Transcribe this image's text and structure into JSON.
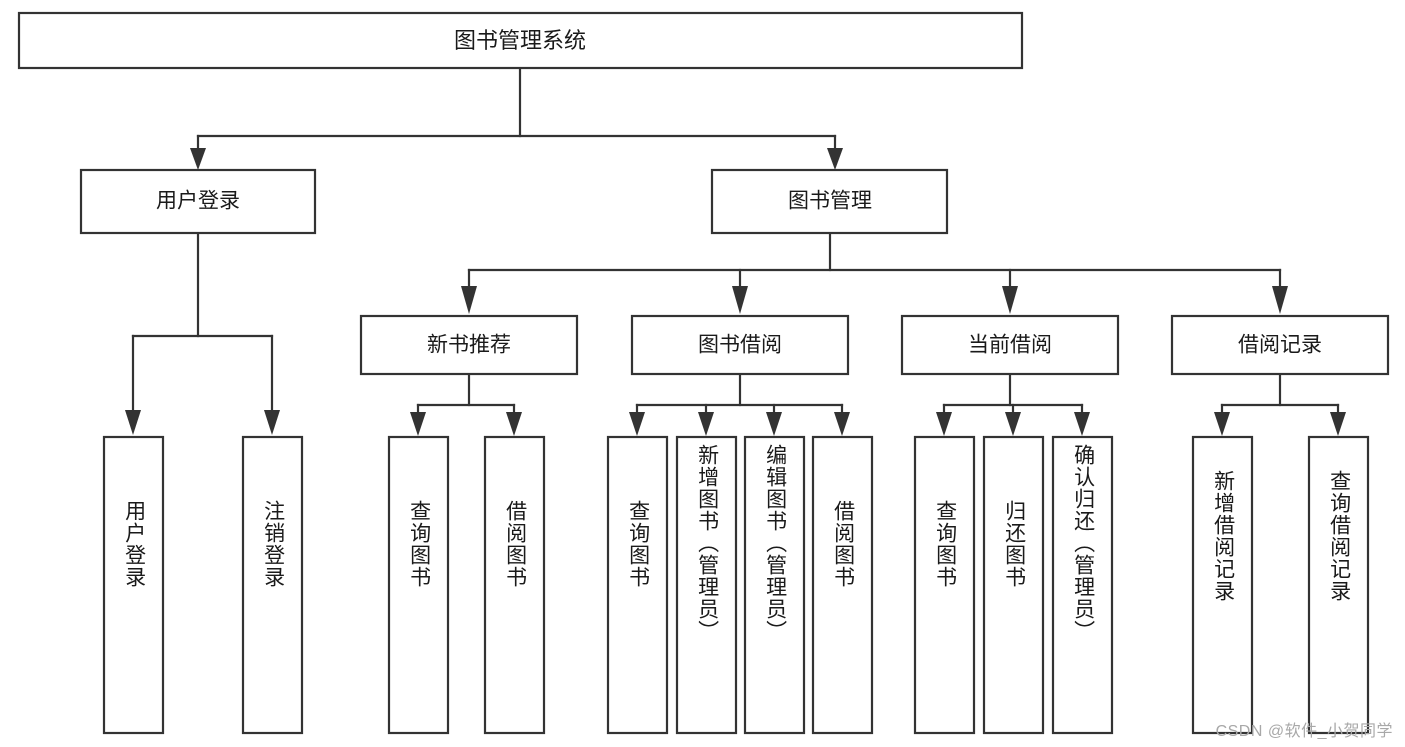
{
  "diagram": {
    "type": "tree-hierarchy-chart",
    "title": "图书管理系统",
    "colors": {
      "box_stroke": "#333333",
      "box_fill": "#ffffff",
      "connector": "#333333",
      "text": "#1a1a1a",
      "watermark": "#a8a8a8",
      "background": "#ffffff"
    },
    "root": {
      "label": "图书管理系统"
    },
    "level2": [
      {
        "label": "用户登录"
      },
      {
        "label": "图书管理"
      }
    ],
    "level3": [
      {
        "label": "新书推荐"
      },
      {
        "label": "图书借阅"
      },
      {
        "label": "当前借阅"
      },
      {
        "label": "借阅记录"
      }
    ],
    "leaves": {
      "user_login": [
        {
          "label": "用户登录"
        },
        {
          "label": "注销登录"
        }
      ],
      "new_book_recommend": [
        {
          "label": "查询图书"
        },
        {
          "label": "借阅图书"
        }
      ],
      "book_borrow": [
        {
          "label": "查询图书"
        },
        {
          "label": "新增图书（管理员）"
        },
        {
          "label": "编辑图书（管理员）"
        },
        {
          "label": "借阅图书"
        }
      ],
      "current_borrow": [
        {
          "label": "查询图书"
        },
        {
          "label": "归还图书"
        },
        {
          "label": "确认归还（管理员）"
        }
      ],
      "borrow_record": [
        {
          "label": "新增借阅记录"
        },
        {
          "label": "查询借阅记录"
        }
      ]
    },
    "watermark": "CSDN @软件_小贺同学"
  }
}
